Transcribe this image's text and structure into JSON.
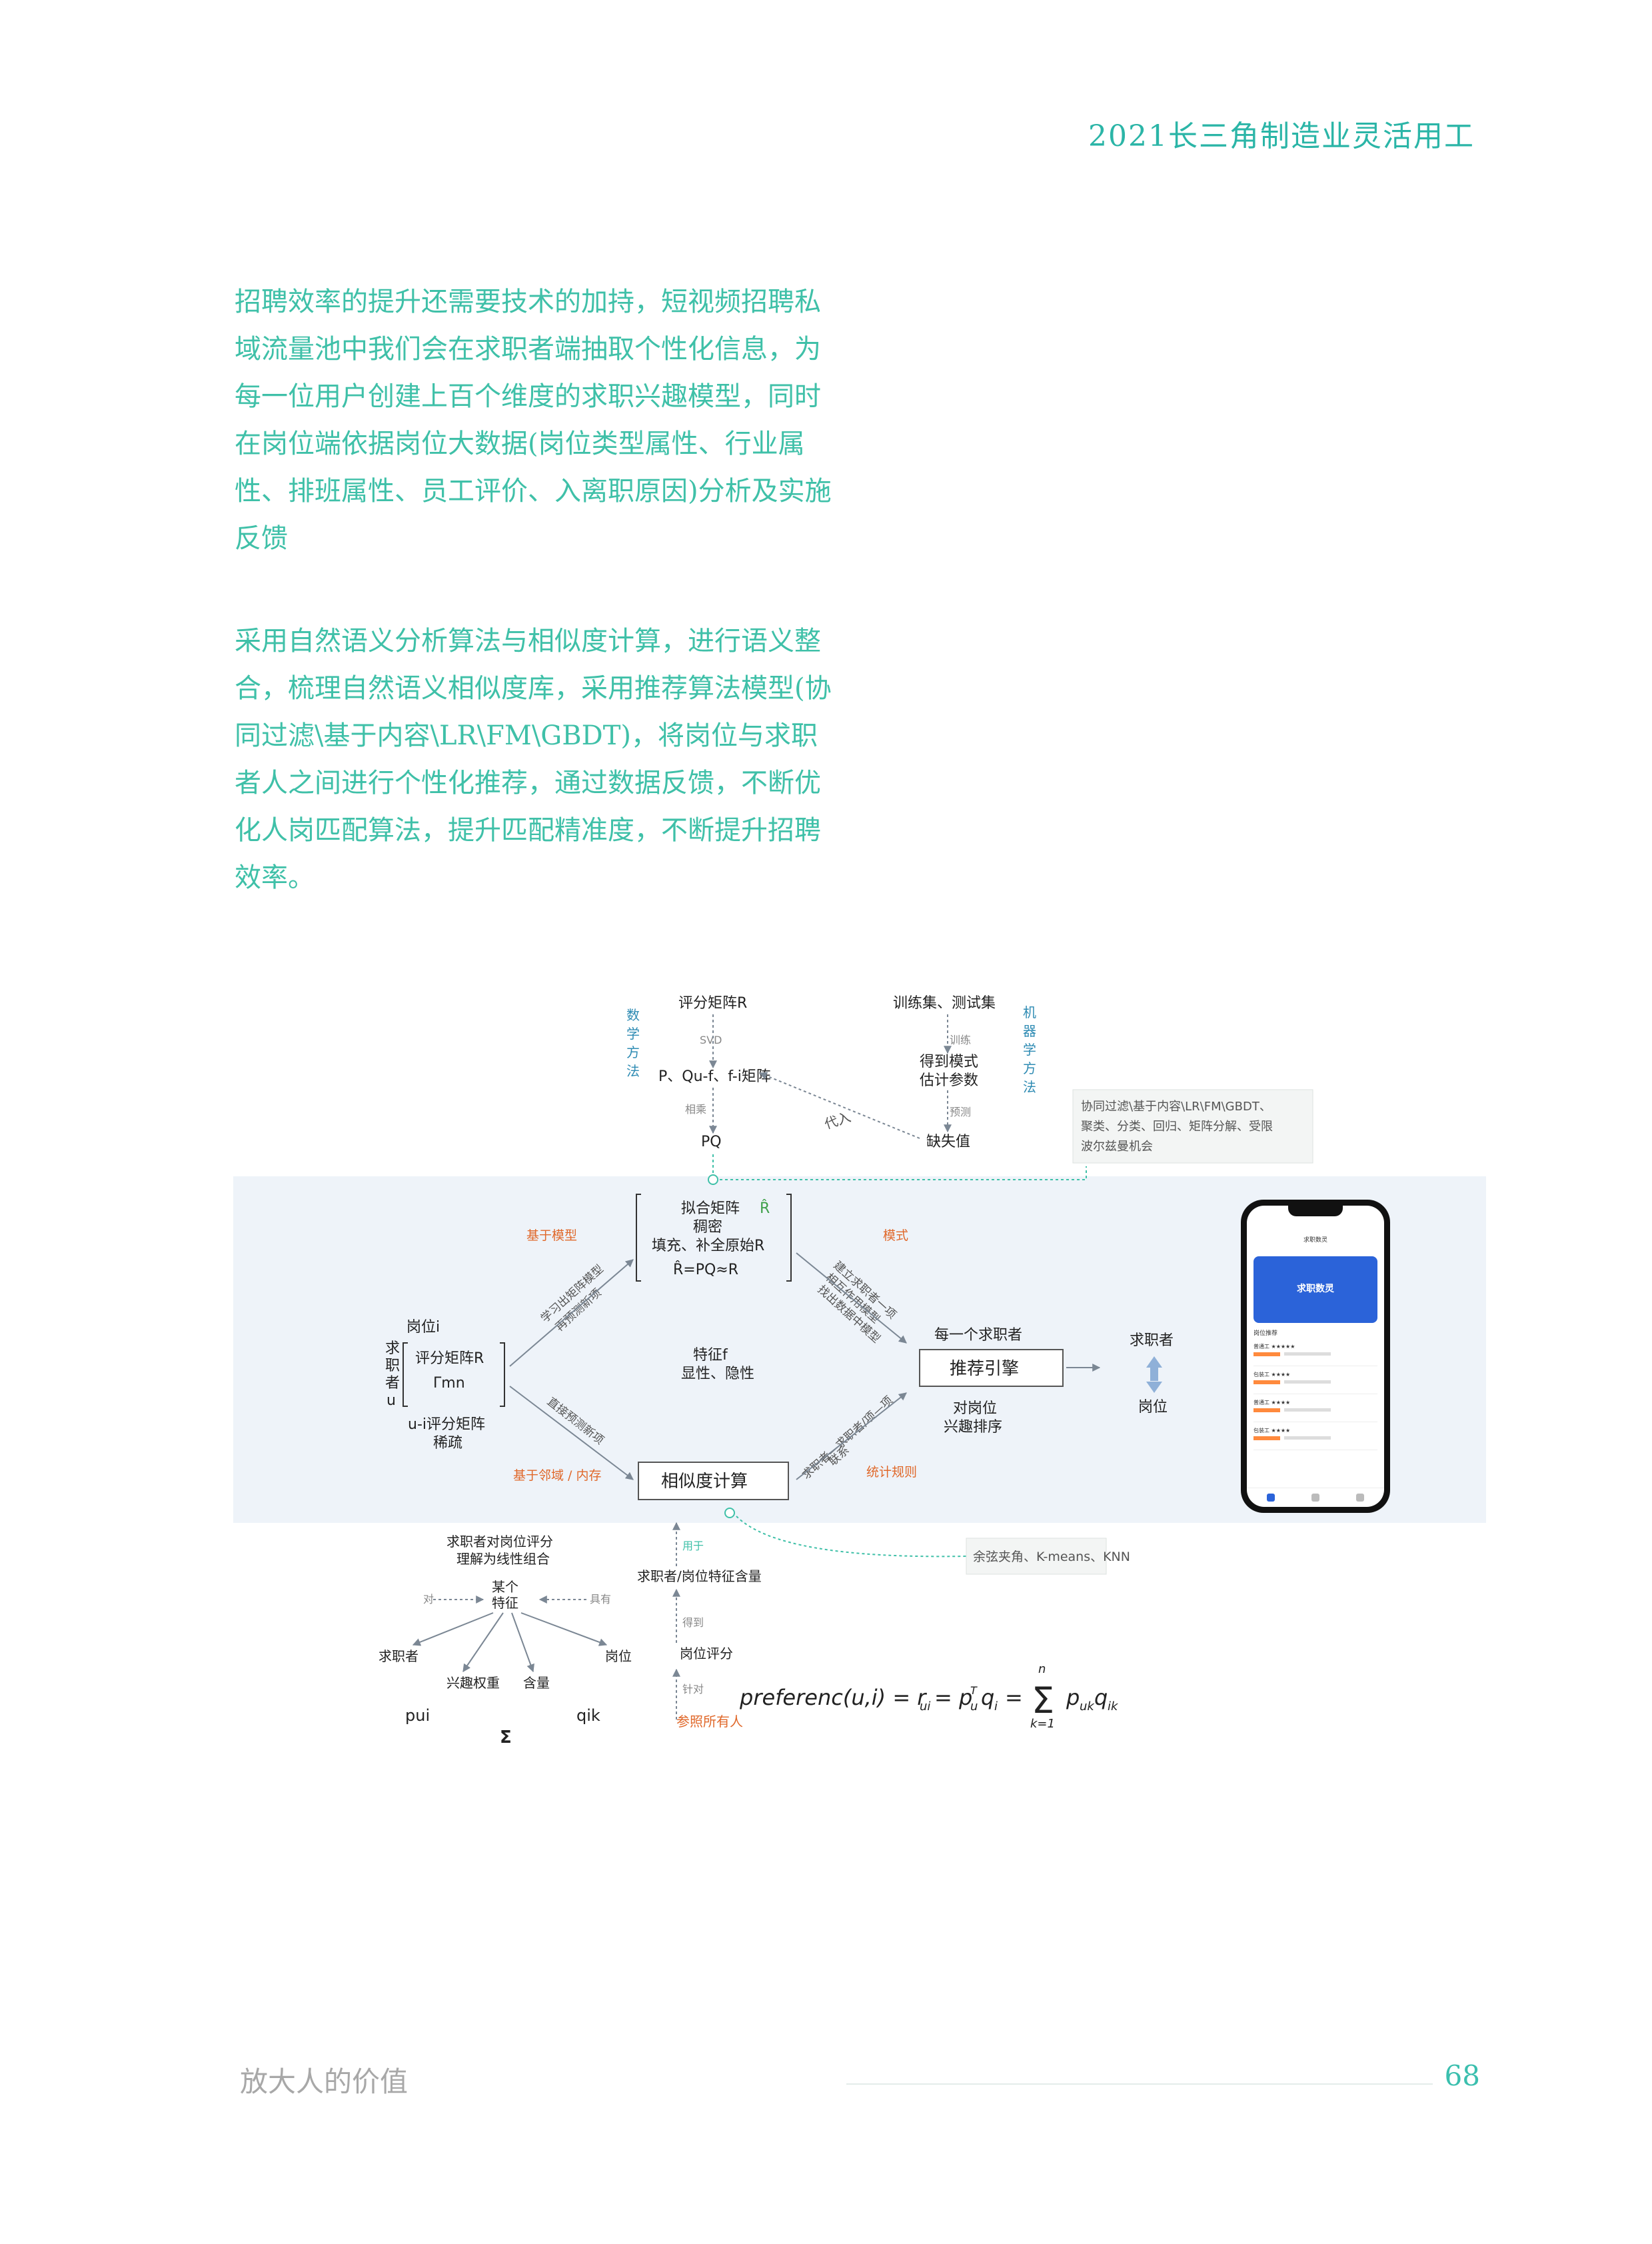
{
  "header": {
    "title": "2021长三角制造业灵活用工"
  },
  "paragraphs": [
    "招聘效率的提升还需要技术的加持，短视频招聘私域流量池中我们会在求职者端抽取个性化信息，为每一位用户创建上百个维度的求职兴趣模型，同时在岗位端依据岗位大数据(岗位类型属性、行业属性、排班属性、员工评价、入离职原因)分析及实施反馈",
    "采用自然语义分析算法与相似度计算，进行语义整合，梳理自然语义相似度库，采用推荐算法模型(协同过滤\\基于内容\\LR\\FM\\GBDT)，将岗位与求职者人之间进行个性化推荐，通过数据反馈，不断优化人岗匹配算法，提升匹配精准度，不断提升招聘效率。"
  ],
  "diagram": {
    "left_method": [
      "数",
      "学",
      "方",
      "法"
    ],
    "right_method": [
      "机",
      "器",
      "学",
      "方",
      "法"
    ],
    "score_matrix": "评分矩阵R",
    "svd": "SVD",
    "pq_matrix": "P、Qu-f、f-i矩阵",
    "multiply": "相乘",
    "pq": "PQ",
    "train_test": "训练集、测试集",
    "train": "训练",
    "model_params_1": "得到模式",
    "model_params_2": "估计参数",
    "predict": "预测",
    "missing": "缺失值",
    "substitute": "代入",
    "ml_note_1": "协同过滤\\基于内容\\LR\\FM\\GBDT、",
    "ml_note_2": "聚类、分类、回归、矩阵分解、受限",
    "ml_note_3": "波尔兹曼机会",
    "fit_1": "拟合矩阵",
    "fit_2": "稠密",
    "fit_3": "填充、补全原始R",
    "fit_4": "R̂=PQ≈R",
    "r_hat": "R̂",
    "based_model": "基于模型",
    "mode": "模式",
    "learn_1": "学习出矩阵模型",
    "learn_2": "再预测新项",
    "build_1": "建立求职者一项",
    "build_2": "相互作用模型",
    "build_3": "找出数据中模型",
    "job_i": "岗位i",
    "seeker_u": [
      "求",
      "职",
      "者",
      "u"
    ],
    "score_r": "评分矩阵R",
    "rmn": "Γmn",
    "ui_matrix": "u-i评分矩阵",
    "sparse": "稀疏",
    "feature": "特征f",
    "explicit": "显性、隐性",
    "each_seeker": "每一个求职者",
    "rec_engine": "推荐引擎",
    "rank_1": "对岗位",
    "rank_2": "兴趣排序",
    "seeker": "求职者",
    "job": "岗位",
    "predict_direct": "直接预测新项",
    "neighbor_1": "求职者—求职者/项—项",
    "neighbor_2": "联系",
    "based_neighbor": "基于邻域 / 内存",
    "stat_rule": "统计规则",
    "similarity": "相似度计算",
    "used_for": "用于",
    "cos_note": "余弦夹角、K-means、KNN",
    "bottom_1": "求职者对岗位评分",
    "bottom_2": "理解为线性组合",
    "some_1": "某个",
    "some_2": "特征",
    "to": "对",
    "has": "具有",
    "b_seeker": "求职者",
    "b_job": "岗位",
    "interest_weight": "兴趣权重",
    "content": "含量",
    "pui": "pui",
    "qik": "qik",
    "sigma": "Σ",
    "feature_content": "求职者/岗位特征含量",
    "get": "得到",
    "job_score": "岗位评分",
    "for": "针对",
    "ref_all": "参照所有人",
    "formula": "preferenc(u,i) = r_ui = p_u^T q_i = Σ_{k=1}^{n} p_uk q_ik",
    "phone_title": "求职数灵",
    "phone_section": "岗位推荐",
    "phone_rows": [
      "普通工 ★★★★★",
      "包装工 ★★★★",
      "普通工 ★★★★",
      "包装工 ★★★★"
    ]
  },
  "footer": {
    "left": "放大人的价值",
    "page": "68"
  },
  "colors": {
    "accent": "#3fc0a8",
    "orange": "#e0682a",
    "blue_box": "#eef3f9"
  }
}
